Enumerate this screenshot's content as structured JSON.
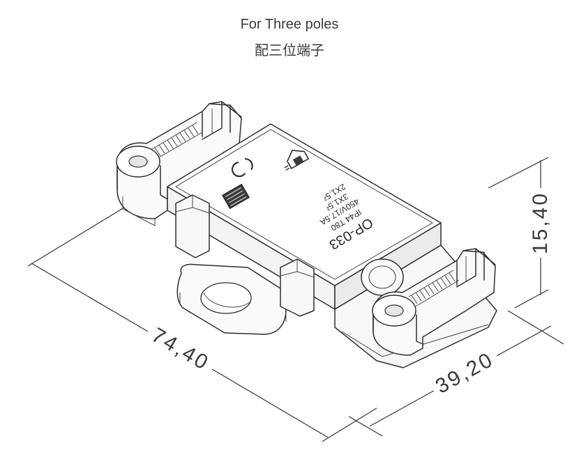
{
  "title": {
    "line1": "For Three poles",
    "line2": "配三位端子"
  },
  "dimensions": {
    "length": "74,40",
    "width": "39,20",
    "height": "15,40"
  },
  "marking": {
    "model": "OP-033",
    "line1": "IP44 T80",
    "line2": "450V/17.5A",
    "line3": "3X1.5²",
    "line4": "2X1.5²"
  },
  "icons": [
    "certification-square-logo",
    "ccc-mark-logo",
    "house-logo"
  ]
}
